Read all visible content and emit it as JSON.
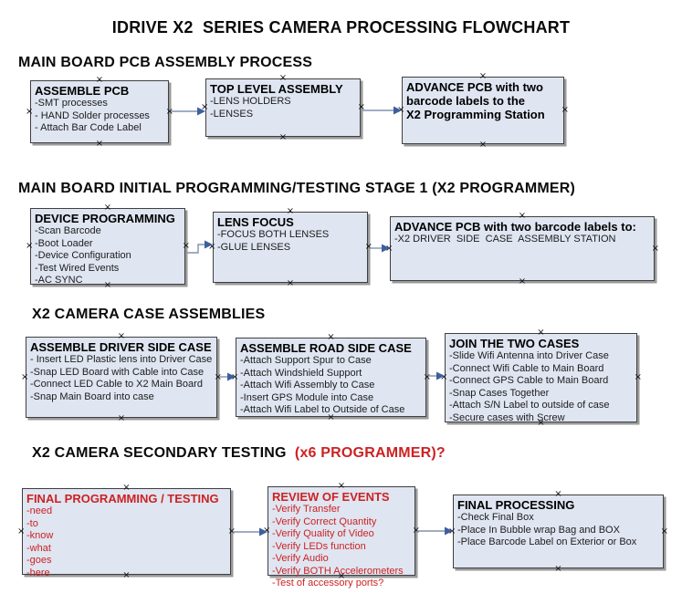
{
  "title": "IDRIVE X2  SERIES CAMERA PROCESSING FLOWCHART",
  "icons": {
    "anchor_glyph": "×",
    "connector_arrow": "right-arrow"
  },
  "colors": {
    "box_fill": "#dfe5f1",
    "box_border": "#3f3f3f",
    "box_shadow": "#9a9a9a",
    "arrow_line": "#8093ad",
    "arrow_head": "#3e5f9e",
    "red_text": "#cc2222",
    "black_text": "#000000"
  },
  "sections": [
    {
      "heading": "MAIN BOARD PCB ASSEMBLY PROCESS",
      "boxes": [
        {
          "title": "ASSEMBLE PCB",
          "lines": [
            "-SMT processes",
            "- HAND Solder processes",
            "- Attach Bar Code Label"
          ]
        },
        {
          "title": "TOP LEVEL ASSEMBLY",
          "lines": [
            "-LENS HOLDERS",
            "-LENSES"
          ]
        },
        {
          "title": "ADVANCE PCB with two barcode labels to the\n X2 Programming Station",
          "lines": []
        }
      ]
    },
    {
      "heading": "MAIN BOARD INITIAL PROGRAMMING/TESTING STAGE 1 (X2 PROGRAMMER)",
      "boxes": [
        {
          "title": "DEVICE PROGRAMMING",
          "lines": [
            "-Scan Barcode",
            "-Boot Loader",
            "-Device Configuration",
            "-Test Wired Events",
            "-AC SYNC"
          ]
        },
        {
          "title": "LENS FOCUS",
          "lines": [
            "-FOCUS BOTH LENSES",
            "-GLUE LENSES"
          ]
        },
        {
          "title": "ADVANCE PCB with two barcode labels to:",
          "lines": [
            "-X2 DRIVER  SIDE  CASE  ASSEMBLY STATION"
          ]
        }
      ]
    },
    {
      "heading": "X2 CAMERA CASE ASSEMBLIES",
      "boxes": [
        {
          "title": "ASSEMBLE DRIVER SIDE CASE",
          "lines": [
            "- Insert LED Plastic lens into Driver Case",
            "-Snap LED Board with Cable into Case",
            "-Connect LED Cable to X2 Main Board",
            "-Snap Main Board into case"
          ]
        },
        {
          "title": "ASSEMBLE ROAD SIDE CASE",
          "lines": [
            "-Attach Support Spur to Case",
            "-Attach Windshield Support",
            "-Attach Wifi Assembly to Case",
            "-Insert GPS Module into Case",
            "-Attach Wifi Label to Outside of Case"
          ]
        },
        {
          "title": "JOIN THE TWO CASES",
          "lines": [
            "-Slide Wifi Antenna into Driver Case",
            "-Connect Wifi Cable to Main Board",
            "-Connect GPS Cable to Main Board",
            "-Snap Cases Together",
            "-Attach S/N Label to outside of case",
            "-Secure cases with Screw"
          ]
        }
      ]
    },
    {
      "heading": "X2 CAMERA SECONDARY TESTING",
      "heading_suffix": "  (x6 PROGRAMMER)?",
      "boxes": [
        {
          "title": "FINAL PROGRAMMING / TESTING",
          "lines": [
            "-need",
            "-to",
            "-know",
            "-what",
            "-goes",
            "-here"
          ]
        },
        {
          "title": "REVIEW OF EVENTS",
          "lines": [
            "-Verify Transfer",
            "-Verify Correct Quantity",
            "-Verify Quality of Video",
            "-Verify LEDs function",
            "-Verify Audio",
            "-Verify BOTH Accelerometers",
            "-Test of accessory ports?"
          ]
        },
        {
          "title": "FINAL PROCESSING",
          "lines": [
            "-Check Final Box",
            "-Place In Bubble wrap Bag and BOX",
            "-Place Barcode Label on Exterior or Box"
          ]
        }
      ]
    }
  ]
}
